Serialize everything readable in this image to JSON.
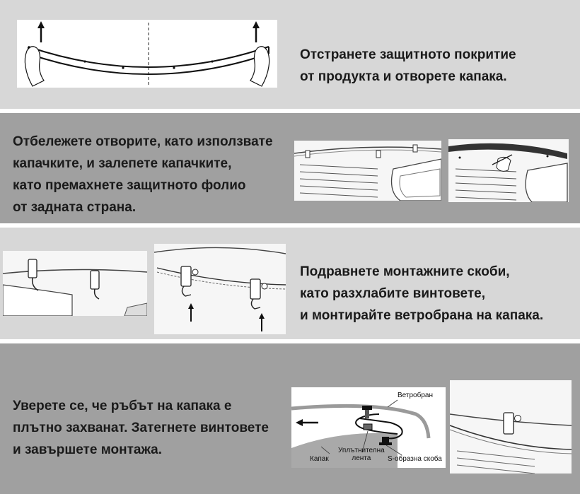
{
  "steps": [
    {
      "lines": [
        "Отстранете защитното покритие",
        "от продукта и отворете капака."
      ]
    },
    {
      "lines": [
        "Отбележете отворите, като използвате",
        "капачките, и залепете капачките,",
        "като премахнете защитното фолио",
        "от задната страна."
      ]
    },
    {
      "lines": [
        "Подравнете монтажните скоби,",
        "като разхлабите винтовете,",
        "и монтирайте ветробрана на капака."
      ]
    },
    {
      "lines": [
        "Уверете се, че ръбът на капака е",
        "плътно захванат. Затегнете винтовете",
        "и завършете монтажа."
      ]
    }
  ],
  "diagram_labels": {
    "windshield": "Ветробран",
    "hood": "Капак",
    "seal_tape_line1": "Уплътнителна",
    "seal_tape_line2": "лента",
    "s_bracket": "S-образна скоба"
  }
}
